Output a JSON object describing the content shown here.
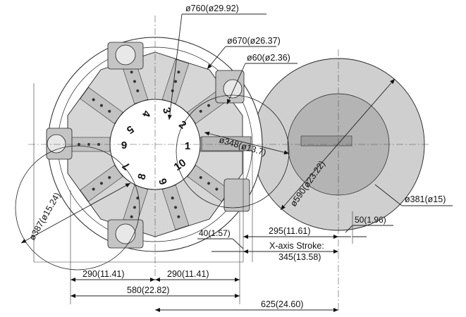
{
  "drawing": {
    "stations": [
      "1",
      "2",
      "3",
      "4",
      "5",
      "6",
      "7",
      "8",
      "9",
      "10"
    ],
    "dimensions": {
      "outer_diameter": "ø760(ø29.92)",
      "table_diameter": "ø670(ø26.37)",
      "hole_diameter": "ø60(ø2.36)",
      "swing_diameter_1": "ø348(ø13.7)",
      "swing_diameter_2": "ø387(ø15.24)",
      "stroke_circle_large": "ø590(ø23.22)",
      "stroke_circle_small": "ø381(ø15)",
      "offset_50": "50(1.96)",
      "offset_295": "295(11.61)",
      "offset_40": "40(1.57)",
      "x_axis_stroke_label": "X-axis Stroke:",
      "x_axis_stroke_value": "345(13.58)",
      "half_width_left": "290(11.41)",
      "half_width_right": "290(11.41)",
      "total_width": "580(22.82)",
      "total_reach": "625(24.60)"
    },
    "colors": {
      "table_fill": "#d6d6d6",
      "hub_fill": "#ffffff",
      "stroke_circle_fill": "#cfcfcf",
      "stroke_inner_fill": "#b4b4b4",
      "line": "#222222"
    }
  }
}
